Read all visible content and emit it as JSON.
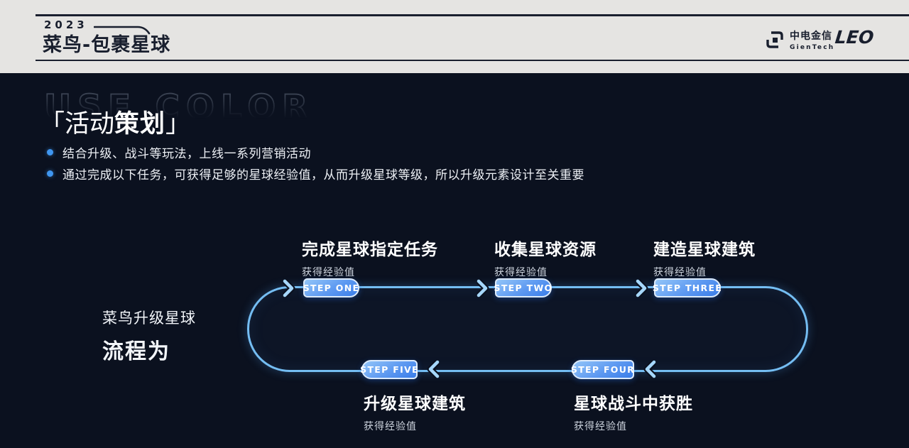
{
  "header": {
    "year": "2023",
    "title": "菜鸟-包裹星球",
    "logos": {
      "gientech_cn": "中电金信",
      "gientech_en": "GienTech",
      "leo": "LEO"
    }
  },
  "section": {
    "watermark": "USE COLOR",
    "bracket_open": "「",
    "heading_regular": "活动",
    "heading_bold": "策划",
    "bracket_close": "」",
    "bullets": [
      "结合升级、战斗等玩法，上线一系列营销活动",
      "通过完成以下任务，可获得足够的星球经验值，从而升级星球等级，所以升级元素设计至关重要"
    ]
  },
  "flow": {
    "label_line1": "菜鸟升级星球",
    "label_line2": "流程为",
    "steps": [
      {
        "badge": "STEP ONE",
        "title": "完成星球指定任务",
        "subtitle": "获得经验值"
      },
      {
        "badge": "STEP TWO",
        "title": "收集星球资源",
        "subtitle": "获得经验值"
      },
      {
        "badge": "STEP THREE",
        "title": "建造星球建筑",
        "subtitle": "获得经验值"
      },
      {
        "badge": "STEP FOUR",
        "title": "星球战斗中获胜",
        "subtitle": "获得经验值"
      },
      {
        "badge": "STEP FIVE",
        "title": "升级星球建筑",
        "subtitle": "获得经验值"
      }
    ]
  },
  "colors": {
    "header_bg": "#e5e4e2",
    "dark_bg": "#0b111f",
    "ink": "#191f2e",
    "accent_blue": "#3f96f0",
    "loop_line": "#74bdf2",
    "badge_gradient_start": "#93c5f8",
    "badge_gradient_end": "#3a7de9",
    "badge_border": "#ddebfc"
  }
}
